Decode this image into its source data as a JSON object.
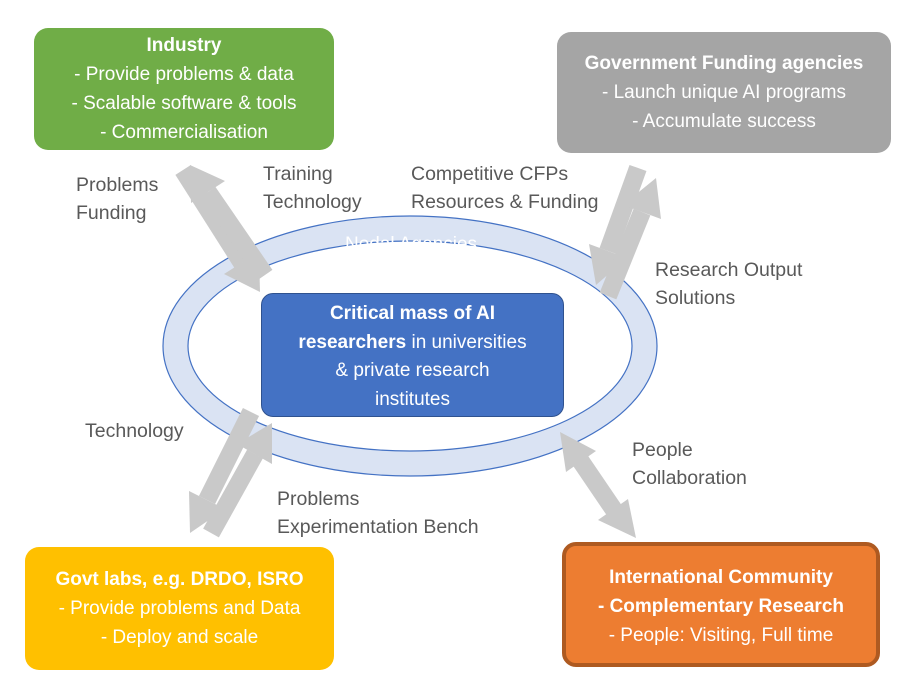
{
  "industry": {
    "title": "Industry",
    "lines": [
      "- Provide problems & data",
      "- Scalable software & tools",
      "- Commercialisation"
    ]
  },
  "gov_funding": {
    "title": "Government Funding agencies",
    "lines": [
      "- Launch unique AI programs",
      "- Accumulate success"
    ]
  },
  "core": {
    "bold1": "Critical mass of AI",
    "bold2": "researchers",
    "rest2": " in universities",
    "line3": "& private research",
    "line4": "institutes"
  },
  "nodal": {
    "label": "Nodal Agencies"
  },
  "govt_labs": {
    "title": "Govt labs, e.g. DRDO, ISRO",
    "lines": [
      "- Provide problems and Data",
      "- Deploy and scale"
    ]
  },
  "international": {
    "title": "International Community",
    "subtitle": "- Complementary Research",
    "lines": [
      "- People: Visiting, Full time"
    ]
  },
  "flows": {
    "industry_in": [
      "Problems",
      "Funding"
    ],
    "industry_out": [
      "Training",
      "Technology"
    ],
    "gov_out": [
      "Competitive CFPs",
      "Resources & Funding"
    ],
    "gov_in": [
      "Research Output",
      "Solutions"
    ],
    "labs_out": [
      "Technology"
    ],
    "labs_in": [
      "Problems",
      "Experimentation Bench"
    ],
    "intl": [
      "People",
      "Collaboration"
    ]
  },
  "colors": {
    "industry": "#70ad47",
    "gov_funding": "#a5a5a5",
    "core": "#4472c4",
    "ring_fill": "#dae3f3",
    "ring_stroke": "#4472c4",
    "govt_labs": "#ffc000",
    "international": "#ed7d31",
    "arrows": "#c9c9c9",
    "labels": "#595959"
  }
}
